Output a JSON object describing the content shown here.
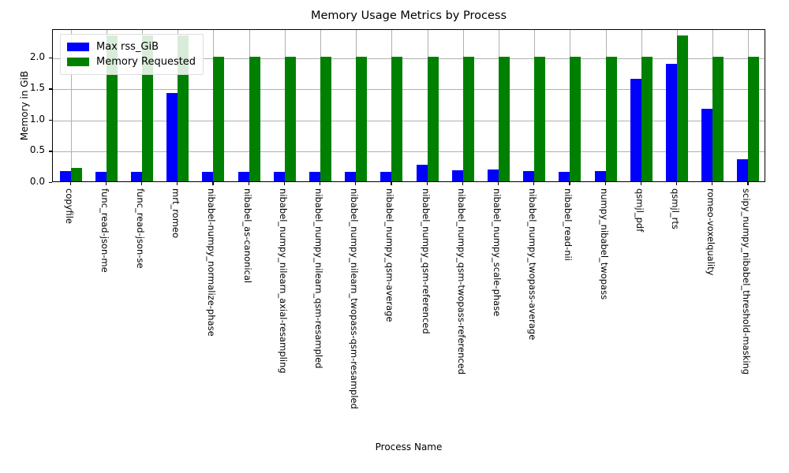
{
  "chart_data": {
    "type": "bar",
    "title": "Memory Usage Metrics by Process",
    "xlabel": "Process Name",
    "ylabel": "Memory in GiB",
    "ylim": [
      0.0,
      2.45
    ],
    "yticks": [
      "0.0",
      "0.5",
      "1.0",
      "1.5",
      "2.0"
    ],
    "ytick_values": [
      0.0,
      0.5,
      1.0,
      1.5,
      2.0
    ],
    "grid": true,
    "legend_position": "upper left",
    "categories": [
      "copyfile",
      "func_read-json-me",
      "func_read-json-se",
      "mrt_romeo",
      "nibabel-numpy_normalize-phase",
      "nibabel_as-canonical",
      "nibabel_numpy_nilearn_axial-resampling",
      "nibabel_numpy_nilearn_qsm-resampled",
      "nibabel_numpy_nilearn_twopass-qsm-resampled",
      "nibabel_numpy_qsm-average",
      "nibabel_numpy_qsm-referenced",
      "nibabel_numpy_qsm-twopass-referenced",
      "nibabel_numpy_scale-phase",
      "nibabel_numpy_twopass-average",
      "nibabel_read-nii",
      "numpy_nibabel_twopass",
      "qsmjl_pdf",
      "qsmjl_rts",
      "romeo-voxelquality",
      "scipy_numpy_nibabel_threshold-masking"
    ],
    "series": [
      {
        "name": "Max rss_GiB",
        "color": "#0000ff",
        "values": [
          0.17,
          0.15,
          0.15,
          1.42,
          0.15,
          0.15,
          0.15,
          0.155,
          0.15,
          0.155,
          0.26,
          0.175,
          0.19,
          0.17,
          0.15,
          0.17,
          1.64,
          1.88,
          1.16,
          0.35
        ]
      },
      {
        "name": "Memory Requested",
        "color": "#008000",
        "values": [
          0.21,
          2.34,
          2.34,
          2.34,
          2.0,
          2.0,
          2.0,
          2.0,
          2.0,
          2.0,
          2.0,
          2.0,
          2.0,
          2.0,
          2.0,
          2.0,
          2.0,
          2.34,
          2.0,
          2.0
        ]
      }
    ]
  },
  "legend": {
    "items": [
      {
        "label": "Max rss_GiB",
        "color": "#0000ff"
      },
      {
        "label": "Memory Requested",
        "color": "#008000"
      }
    ]
  }
}
